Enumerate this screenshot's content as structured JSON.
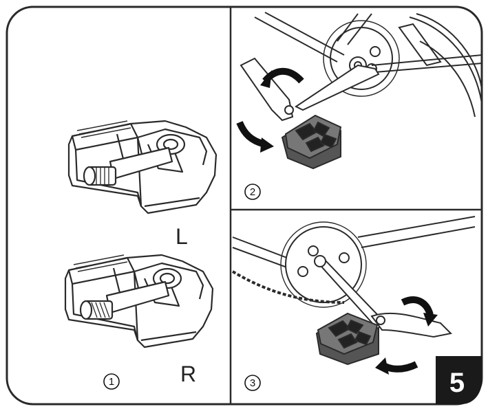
{
  "panels": [
    {
      "step": "1",
      "labels": [
        "L",
        "R"
      ]
    },
    {
      "step": "2"
    },
    {
      "step": "3"
    }
  ],
  "badge": {
    "number": "5",
    "bg": "#1a1a1a",
    "fg": "#ffffff"
  },
  "colors": {
    "line": "#2a2a2a",
    "arrow": "#111111",
    "pedal_dark": "#555555",
    "pedal_pad": "#3a3a3a"
  },
  "icons": [
    "pedal-left-icon",
    "pedal-right-icon",
    "crank-arm-icon",
    "rotation-arrow-icon",
    "chain-icon"
  ]
}
